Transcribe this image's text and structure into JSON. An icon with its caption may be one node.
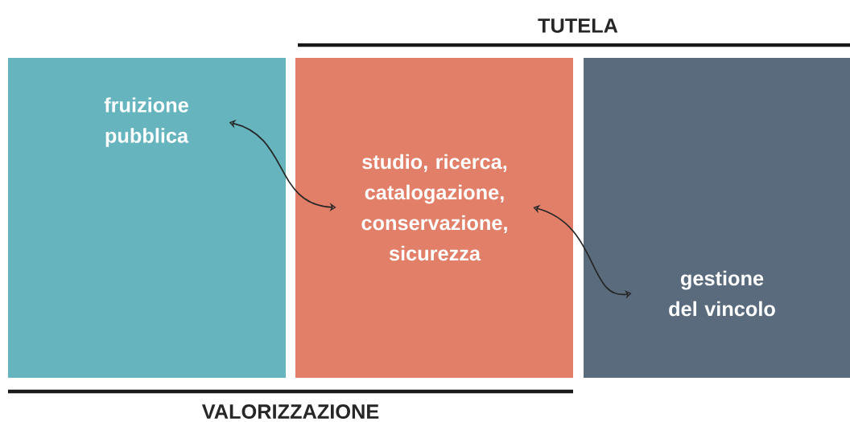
{
  "diagram": {
    "nodes": [
      {
        "text": [
          "fruizione pubblica"
        ]
      },
      {
        "text": [
          "studio, ricerca, catalogazione, conservazione, sicurezza"
        ]
      },
      {
        "text": [
          "gestione del vincolo"
        ]
      }
    ],
    "edges": [
      {
        "from": 0,
        "to": 1,
        "arrow": "both"
      },
      {
        "from": 1,
        "to": 2,
        "arrow": "both"
      }
    ],
    "labels": [
      "TUTELA",
      "VALORIZZAZIONE"
    ]
  }
}
